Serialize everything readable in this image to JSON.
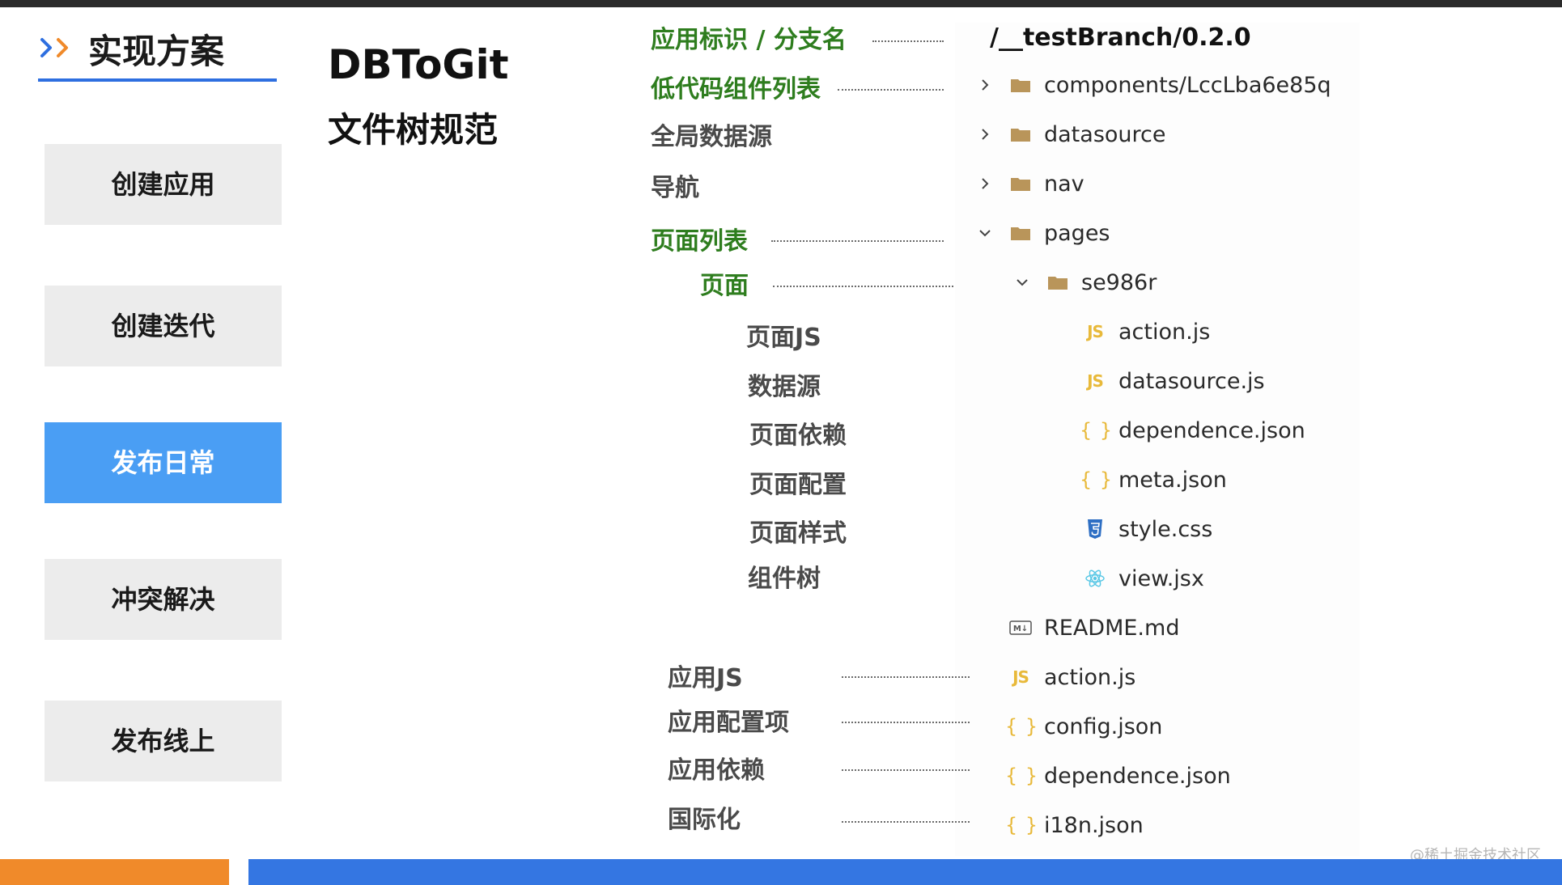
{
  "section": {
    "title": "实现方案"
  },
  "nav": {
    "items": [
      {
        "label": "创建应用",
        "active": false
      },
      {
        "label": "创建迭代",
        "active": false
      },
      {
        "label": "发布日常",
        "active": true
      },
      {
        "label": "冲突解决",
        "active": false
      },
      {
        "label": "发布线上",
        "active": false
      }
    ]
  },
  "main": {
    "title": "DBToGit",
    "subtitle": "文件树规范"
  },
  "labels": {
    "app_id": "应用标识 / 分支名",
    "lowcode_components": "低代码组件列表",
    "global_datasource": "全局数据源",
    "navigation": "导航",
    "page_list": "页面列表",
    "page": "页面",
    "page_js": "页面JS",
    "datasource": "数据源",
    "page_dependence": "页面依赖",
    "page_config": "页面配置",
    "page_style": "页面样式",
    "component_tree": "组件树",
    "app_js": "应用JS",
    "app_config": "应用配置项",
    "app_dependence": "应用依赖",
    "i18n": "国际化"
  },
  "tree": {
    "branch": "/__testBranch/0.2.0",
    "components": "components/LccLba6e85q",
    "datasource": "datasource",
    "nav": "nav",
    "pages": "pages",
    "se986r": "se986r",
    "page_action": "action.js",
    "page_datasource": "datasource.js",
    "page_dependence": "dependence.json",
    "page_meta": "meta.json",
    "page_style": "style.css",
    "page_view": "view.jsx",
    "readme": "README.md",
    "app_action": "action.js",
    "app_config": "config.json",
    "app_dependence": "dependence.json",
    "app_i18n": "i18n.json"
  },
  "icons": {
    "js_glyph": "JS",
    "json_glyph": "{ }",
    "md_glyph": "M↓"
  },
  "watermark": "@稀土掘金技术社区",
  "colors": {
    "accent_blue": "#3476e2",
    "active_nav": "#4a9ef4",
    "green_label": "#2e7d1e",
    "orange": "#f08a2a",
    "folder": "#b9955a",
    "js_yellow": "#e8b93a"
  }
}
